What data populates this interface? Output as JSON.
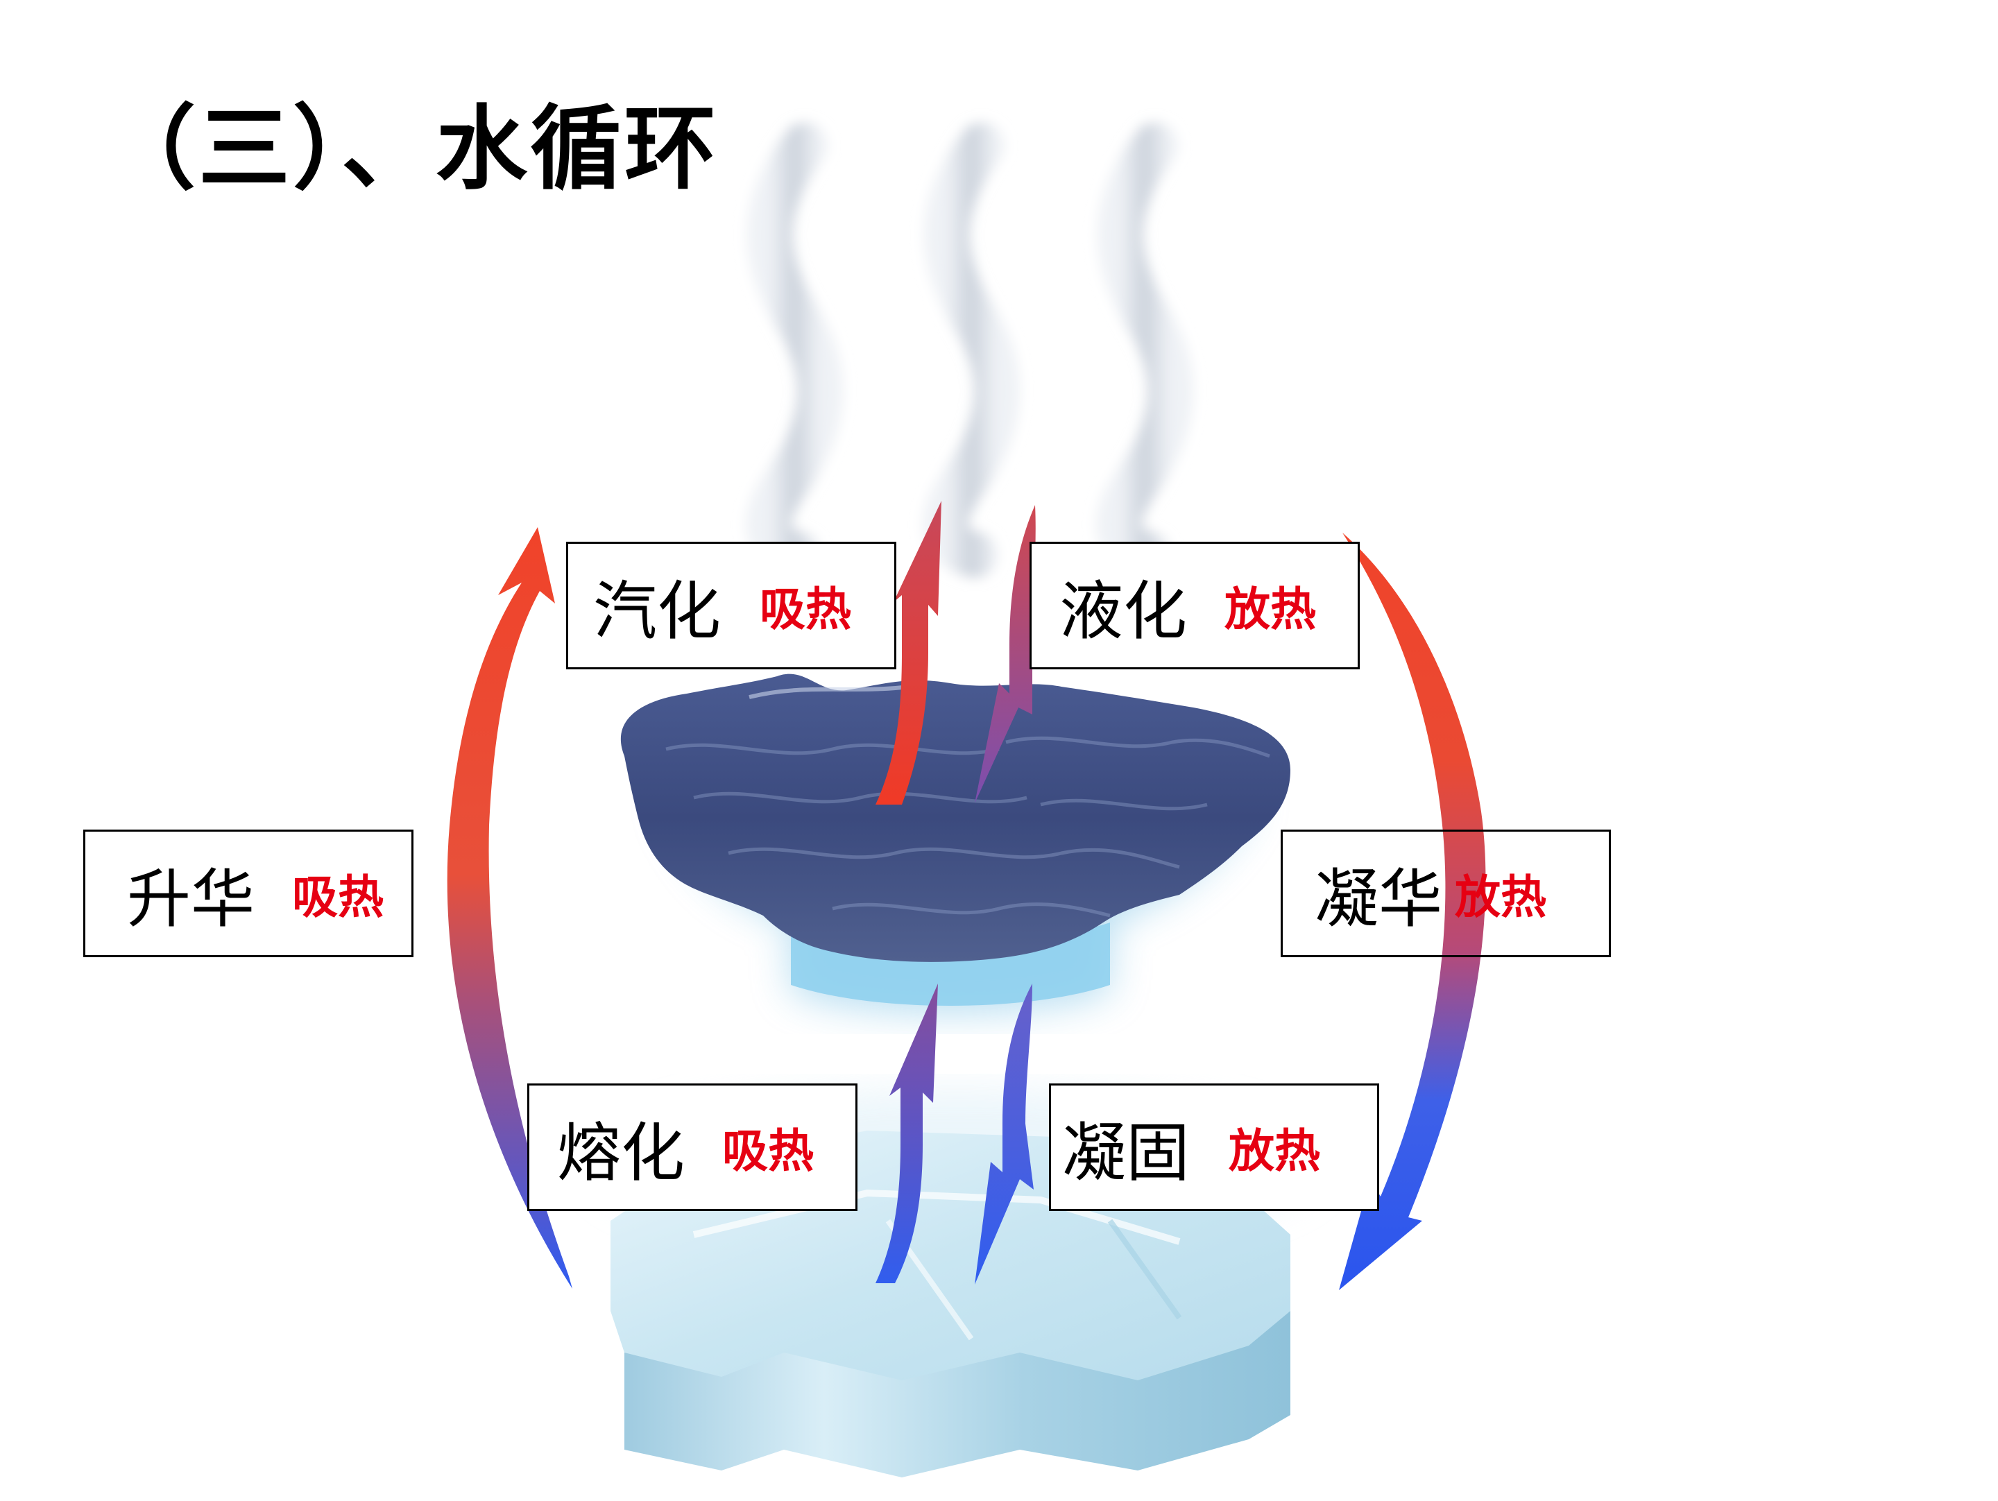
{
  "title": "（三）、水循环",
  "labels": {
    "qihua": {
      "process": "汽化",
      "heat": "吸热"
    },
    "yehua": {
      "process": "液化",
      "heat": "放热"
    },
    "shenghua": {
      "process": "升华",
      "heat": "吸热"
    },
    "ninghua": {
      "process": "凝华",
      "heat": "放热"
    },
    "ronghua": {
      "process": "熔化",
      "heat": "吸热"
    },
    "ninggu": {
      "process": "凝固",
      "heat": "放热"
    }
  },
  "colors": {
    "warm_arrow": "#f04428",
    "cool_arrow": "#2f5ff0",
    "heat_text": "#e60012",
    "water": "#3d4f86",
    "ice": "#cfe9f4",
    "steam": "#dfe3ea"
  },
  "icons": [
    "steam-icon",
    "water-body-icon",
    "ice-block-icon",
    "arrow-up-icon",
    "arrow-down-icon"
  ]
}
